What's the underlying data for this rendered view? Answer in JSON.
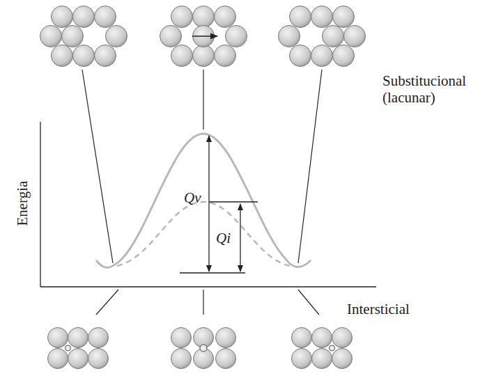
{
  "diagram": {
    "labels": [
      "Energia",
      "Substitucional (lacunar)",
      "Intersticial",
      "Qv",
      "Qi"
    ]
  }
}
